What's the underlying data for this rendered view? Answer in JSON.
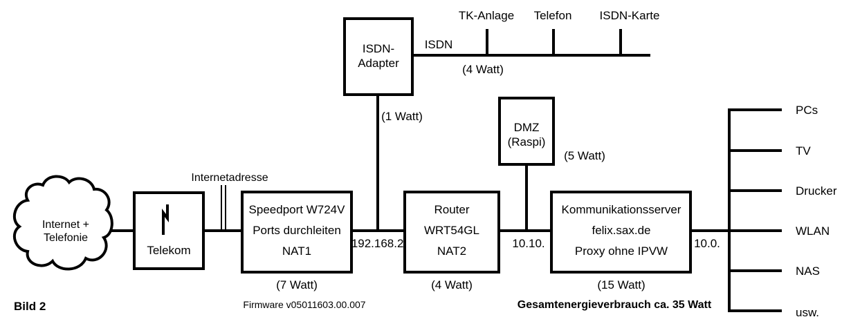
{
  "cloud": {
    "line1": "Internet +",
    "line2": "Telefonie"
  },
  "telekom": {
    "label": "Telekom"
  },
  "internetadresse": "Internetadresse",
  "speedport": {
    "line1": "Speedport W724V",
    "line2": "Ports durchleiten",
    "line3": "NAT1",
    "power": "(7 Watt)",
    "firmware": "Firmware v05011603.00.007"
  },
  "net_192": "192.168.2.",
  "isdn_adapter": {
    "line1": "ISDN-",
    "line2": "Adapter",
    "power": "(1 Watt)"
  },
  "isdn_bus": {
    "label": "ISDN",
    "power": "(4 Watt)",
    "devices": [
      "TK-Anlage",
      "Telefon",
      "ISDN-Karte"
    ]
  },
  "router": {
    "line1": "Router",
    "line2": "WRT54GL",
    "line3": "NAT2",
    "power": "(4 Watt)"
  },
  "net_10_10": "10.10.",
  "dmz": {
    "line1": "DMZ",
    "line2": "(Raspi)",
    "power": "(5 Watt)"
  },
  "server": {
    "line1": "Kommunikationsserver",
    "line2": "felix.sax.de",
    "line3": "Proxy ohne IPVW",
    "power": "(15 Watt)"
  },
  "net_10_0": "10.0.",
  "clients": [
    "PCs",
    "TV",
    "Drucker",
    "WLAN",
    "NAS",
    "usw."
  ],
  "total": "Gesamtenergieverbrauch ca. 35 Watt",
  "figure_label": "Bild 2"
}
